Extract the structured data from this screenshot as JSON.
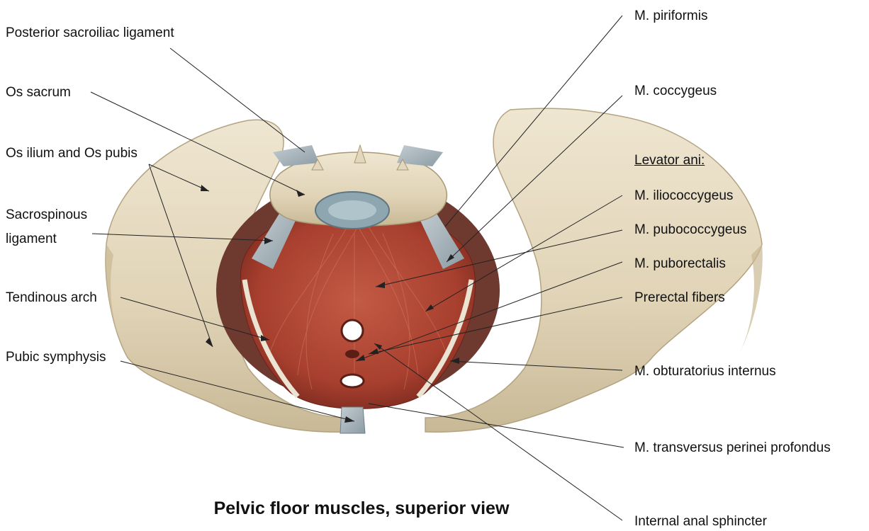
{
  "caption": "Pelvic floor muscles, superior view",
  "labels_left": {
    "posterior_sacroiliac_ligament": "Posterior sacroiliac ligament",
    "os_sacrum": "Os sacrum",
    "os_ilium_os_pubis": "Os ilium and Os pubis",
    "sacrospinous_ligament": "Sacrospinous ligament",
    "tendinous_arch": "Tendinous arch",
    "pubic_symphysis": "Pubic symphysis"
  },
  "labels_right": {
    "m_piriformis": "M. piriformis",
    "m_coccygeus": "M. coccygeus",
    "levator_ani_heading": "Levator ani:",
    "m_iliococcygeus": "M. iliococcygeus",
    "m_pubococcygeus": "M. pubococcygeus",
    "m_puborectalis": "M. puborectalis",
    "prerectal_fibers": "Prerectal fibers",
    "m_obturatorius_internus": "M. obturatorius internus",
    "m_transversus_perinei_profondus": "M. transversus perinei profondus",
    "internal_anal_sphincter": "Internal anal sphincter"
  },
  "colors": {
    "bone": "#e4d8bf",
    "bone_shadow": "#b9aa8a",
    "muscle": "#b24a3a",
    "muscle_dark": "#7e2a20",
    "ligament": "#a9b7bf",
    "disc": "#8ea6b0",
    "leader_line": "#222222"
  }
}
